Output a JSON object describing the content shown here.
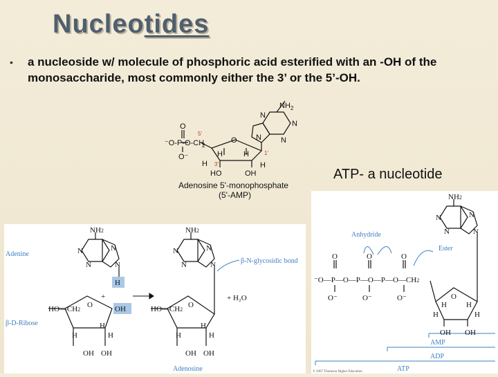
{
  "slide": {
    "title_prefix": "Nucleo",
    "title_underlined": "tides",
    "bullet_symbol": "•",
    "bullet_text": "a nucleoside w/ molecule of phosphoric acid  esterified with an -OH of the monosaccharide, most commonly either the 3’ or the 5’-OH."
  },
  "amp_figure": {
    "caption_line1": "Adenosine 5'-monophosphate",
    "caption_line2": "(5'-AMP)",
    "label_5prime": "5'",
    "label_1prime": "1'",
    "label_3prime": "3'"
  },
  "atp_title": "ATP- a nucleotide",
  "left_panel": {
    "adenine_label": "Adenine",
    "ribose_label": "β-D-Ribose",
    "bond_label": "β-N-glycosidic bond",
    "water_label": "+ H₂O",
    "plus": "+",
    "oh_box": "OH",
    "h_box": "H",
    "product_label": "Adenosine"
  },
  "right_panel": {
    "anhydride_label": "Anhydride",
    "ester_label": "Ester",
    "amp_label": "AMP",
    "adp_label": "ADP",
    "atp_label": "ATP",
    "copyright": "© 2007 Thomson Higher Education"
  },
  "colors": {
    "background": "#f3ecd9",
    "title": "#4f5f6d",
    "accent_blue": "#3d7fc1",
    "highlight_box": "#a9c8e6"
  }
}
